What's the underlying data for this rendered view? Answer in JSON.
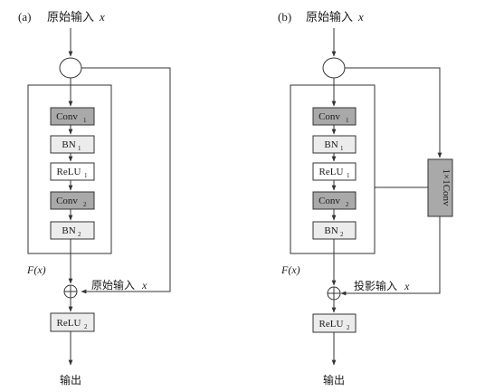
{
  "panel_a": {
    "label": "(a)",
    "input_label": "原始输入",
    "input_var": "x",
    "blocks": [
      "Conv",
      "BN",
      "ReLU",
      "Conv",
      "BN"
    ],
    "block_subs": [
      "1",
      "1",
      "1",
      "2",
      "2"
    ],
    "function_label": "F(x)",
    "shortcut_label": "原始输入",
    "shortcut_var": "x",
    "final_block": "ReLU",
    "final_sub": "2",
    "output_label": "输出"
  },
  "panel_b": {
    "label": "(b)",
    "input_label": "原始输入",
    "input_var": "x",
    "blocks": [
      "Conv",
      "BN",
      "ReLU",
      "Conv",
      "BN"
    ],
    "block_subs": [
      "1",
      "1",
      "1",
      "2",
      "2"
    ],
    "function_label": "F(x)",
    "projection_block": "1×1Conv",
    "shortcut_label": "投影输入",
    "shortcut_var": "x",
    "final_block": "ReLU",
    "final_sub": "2",
    "output_label": "输出"
  }
}
